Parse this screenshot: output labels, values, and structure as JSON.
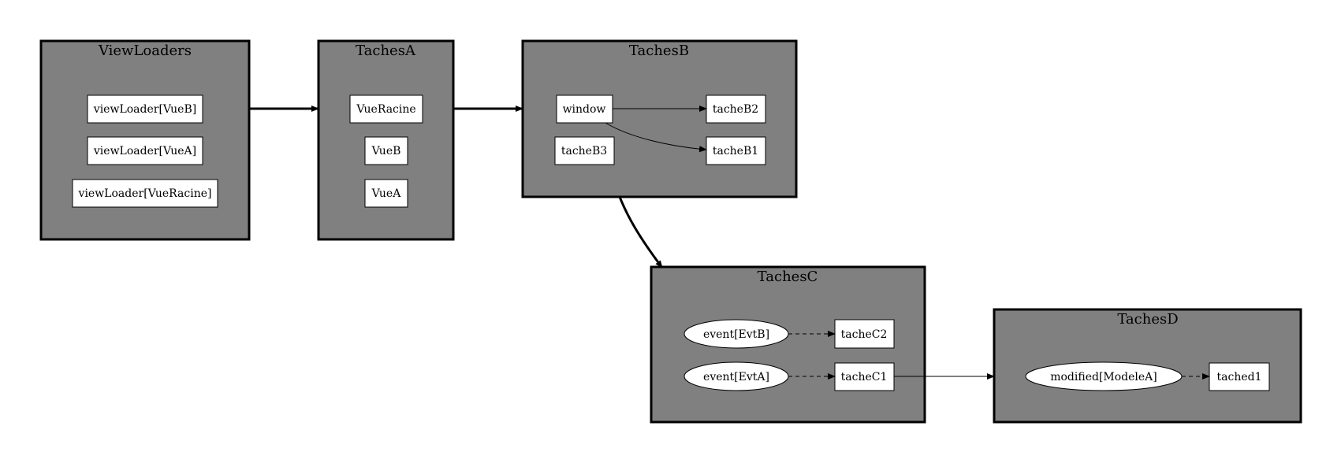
{
  "clusters": {
    "viewloaders": "ViewLoaders",
    "tachesa": "TachesA",
    "tachesb": "TachesB",
    "tachesc": "TachesC",
    "tachesd": "TachesD"
  },
  "nodes": {
    "viewloader_vueb": "viewLoader[VueB]",
    "viewloader_vuea": "viewLoader[VueA]",
    "viewloader_vueracine": "viewLoader[VueRacine]",
    "vueracine": "VueRacine",
    "vueb": "VueB",
    "vuea": "VueA",
    "window": "window",
    "tacheb2": "tacheB2",
    "tacheb1": "tacheB1",
    "tacheb3": "tacheB3",
    "event_evtb": "event[EvtB]",
    "event_evta": "event[EvtA]",
    "tachec2": "tacheC2",
    "tachec1": "tacheC1",
    "modified_modelea": "modified[ModeleA]",
    "tached1": "tached1"
  },
  "colors": {
    "cluster_fill": "#808080",
    "node_fill": "#ffffff",
    "stroke": "#000000"
  }
}
